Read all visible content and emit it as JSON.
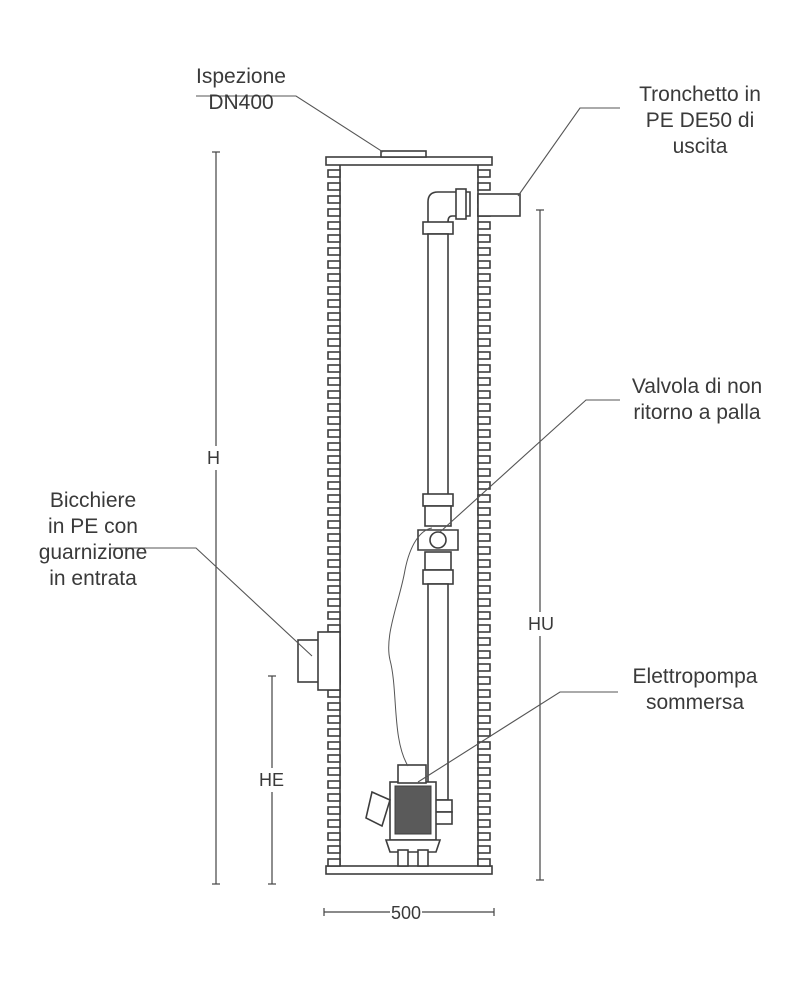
{
  "labels": {
    "inspection": [
      "Ispezione",
      "DN400"
    ],
    "outlet": [
      "Tronchetto in",
      "PE DE50 di",
      "uscita"
    ],
    "valve": [
      "Valvola di non",
      "ritorno a palla"
    ],
    "inlet": [
      "Bicchiere",
      "in PE con",
      "guarnizione",
      "in entrata"
    ],
    "pump": [
      "Elettropompa",
      "sommersa"
    ]
  },
  "dimensions": {
    "h": "H",
    "hu": "HU",
    "he": "HE",
    "width": "500"
  }
}
